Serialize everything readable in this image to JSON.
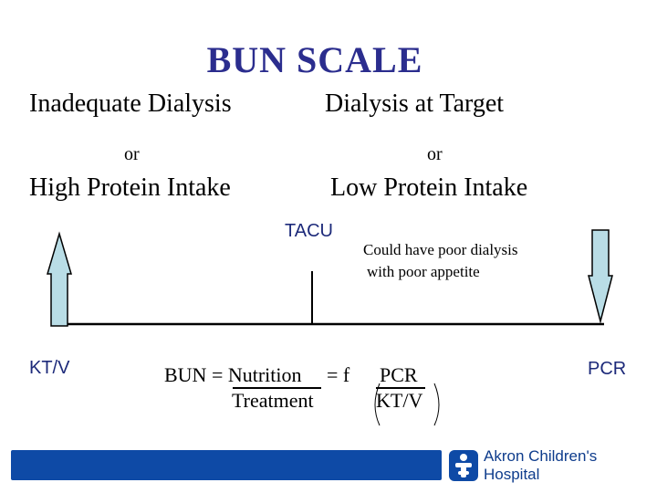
{
  "title": "BUN SCALE",
  "left": {
    "condition1": "Inadequate Dialysis",
    "or": "or",
    "condition2": "High Protein Intake",
    "axis_label": "KT/V"
  },
  "right": {
    "condition1": "Dialysis at Target",
    "or": "or",
    "condition2": "Low Protein Intake",
    "axis_label": "PCR"
  },
  "marker": {
    "label": "TACU"
  },
  "note": {
    "line1": "Could have poor dialysis",
    "line2": "with poor appetite"
  },
  "equation": {
    "lhs_numerator": "BUN = Nutrition",
    "lhs_denominator": "Treatment",
    "operator": "=  f",
    "rhs_numerator": "PCR",
    "rhs_denominator": "KT/V"
  },
  "footer": {
    "org_name": "Akron Children's Hospital"
  },
  "colors": {
    "title": "#2b2d8e",
    "arrow_fill": "#b9dde6",
    "footer_bar": "#0e4aa6"
  }
}
